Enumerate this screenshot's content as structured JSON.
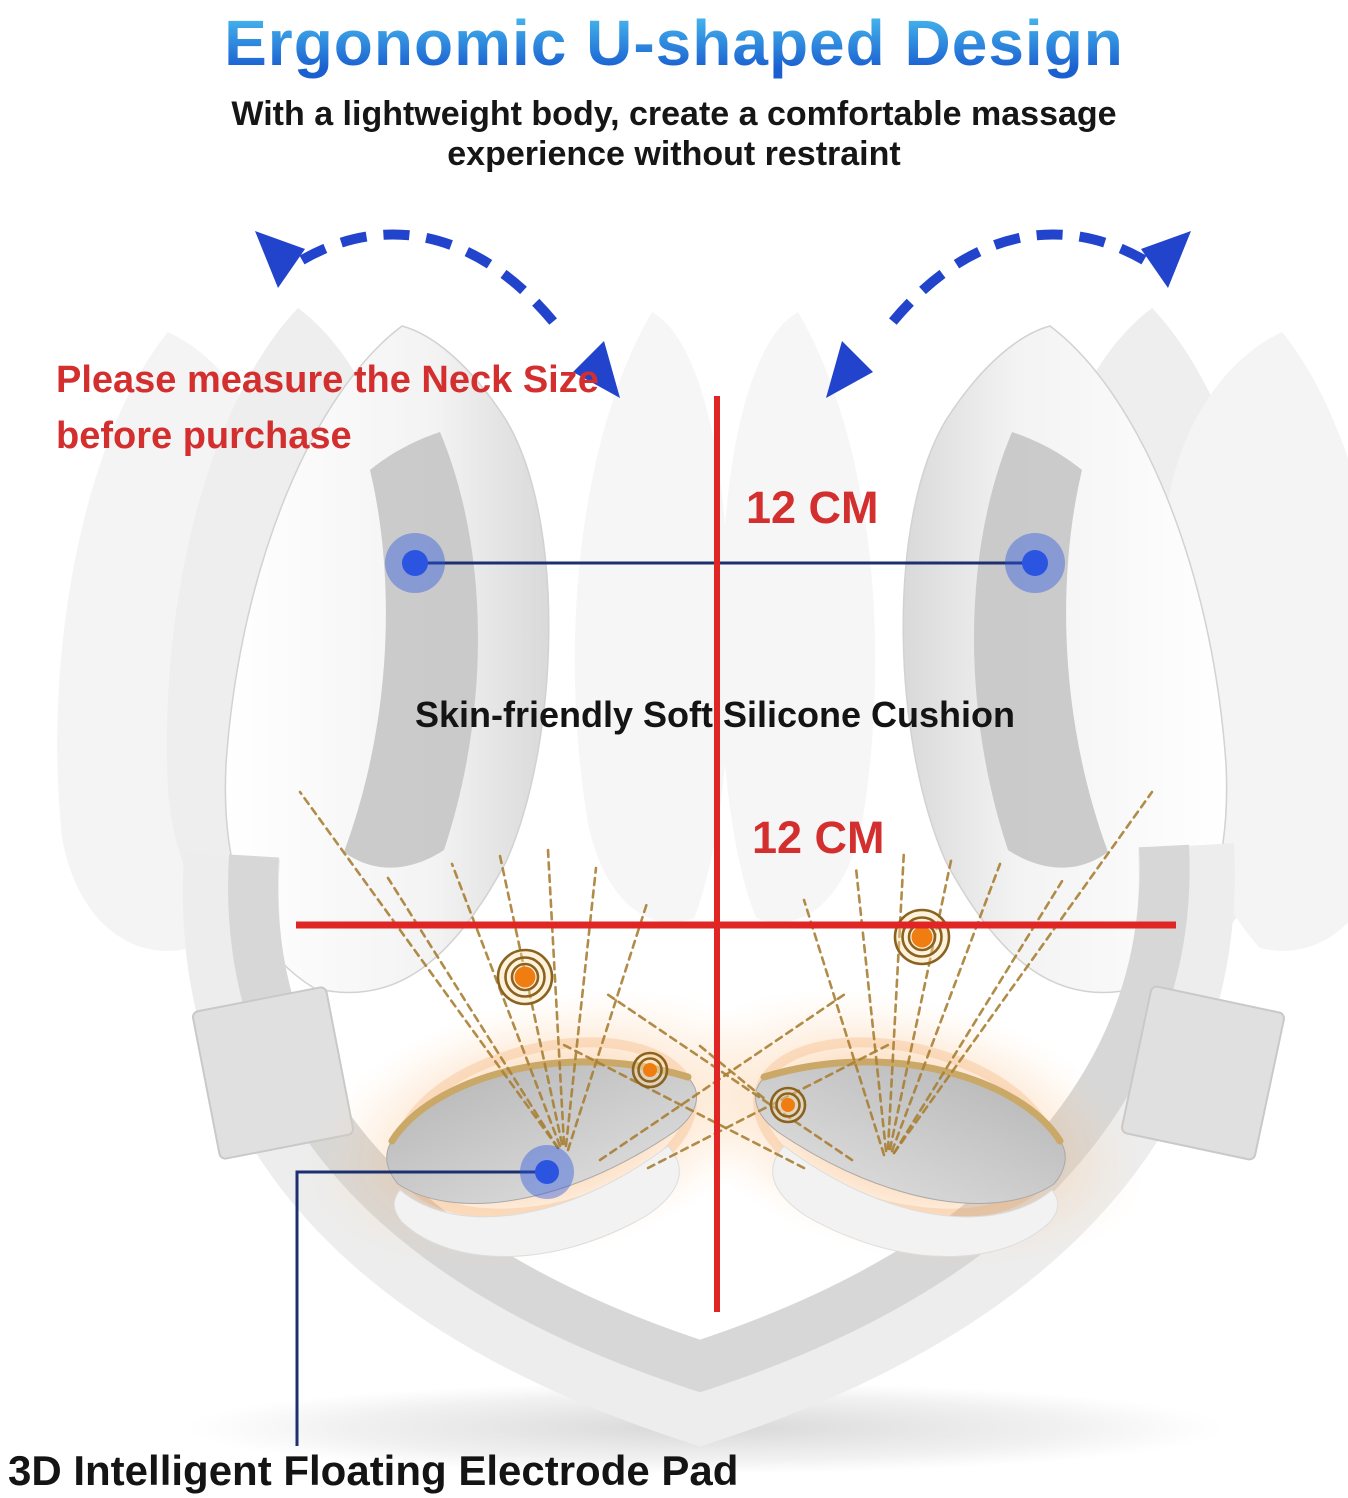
{
  "header": {
    "title": "Ergonomic U-shaped Design",
    "subtitle_line1": "With a lightweight body, create a comfortable massage",
    "subtitle_line2": "experience without restraint"
  },
  "annotations": {
    "measure_note_line1": "Please measure the Neck Size",
    "measure_note_line2": "before purchase",
    "top_measurement": "12 CM",
    "bottom_measurement": "12 CM",
    "cushion_label": "Skin-friendly Soft Silicone Cushion",
    "electrode_label": "3D Intelligent Floating Electrode Pad"
  },
  "colors": {
    "title_gradient_top": "#4ec7f2",
    "title_gradient_bottom": "#1a5fd0",
    "annotation_red": "#d32f2f",
    "crosshair_red": "#e02525",
    "arrow_blue": "#2244cc",
    "marker_blue": "#2b55e0",
    "connector_navy": "#1c3070",
    "ray_brown": "#a87f35",
    "target_orange": "#f07d12",
    "label_black": "#141414"
  }
}
